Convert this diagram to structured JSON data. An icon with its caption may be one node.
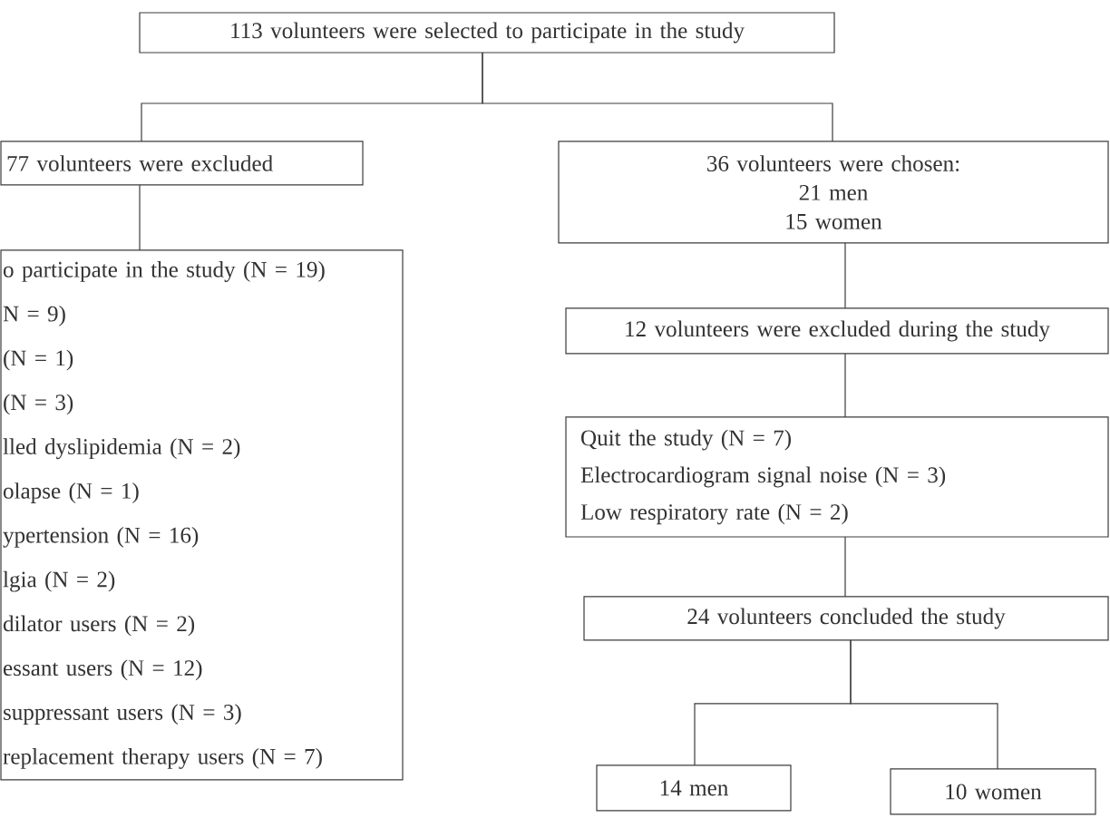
{
  "diagram": {
    "nodes": [
      {
        "text": [
          "113 volunteers were selected to participate in the study"
        ]
      },
      {
        "text": [
          "77 volunteers were excluded"
        ]
      },
      {
        "text": [
          "36 volunteers were chosen:",
          "21 men",
          "15 women"
        ]
      },
      {
        "text": [
          "o participate in the study (N = 19)",
          "N = 9)",
          "(N = 1)",
          "(N = 3)",
          "lled dyslipidemia (N = 2)",
          "olapse (N = 1)",
          "ypertension (N = 16)",
          "lgia (N = 2)",
          "dilator users (N = 2)",
          "essant users (N = 12)",
          "suppressant users (N = 3)",
          "replacement therapy users (N = 7)"
        ]
      },
      {
        "text": [
          "12 volunteers were excluded during the study"
        ]
      },
      {
        "text": [
          "Quit the study (N = 7)",
          "Electrocardiogram signal noise (N = 3)",
          "Low respiratory rate (N = 2)"
        ]
      },
      {
        "text": [
          "24 volunteers concluded the study"
        ]
      },
      {
        "text": [
          "14 men"
        ]
      },
      {
        "text": [
          "10 women"
        ]
      }
    ],
    "edges": [
      {
        "from": 0,
        "to": 1,
        "arrow": "none"
      },
      {
        "from": 0,
        "to": 2,
        "arrow": "none"
      },
      {
        "from": 1,
        "to": 3,
        "arrow": "none"
      },
      {
        "from": 2,
        "to": 4,
        "arrow": "none"
      },
      {
        "from": 4,
        "to": 5,
        "arrow": "none"
      },
      {
        "from": 5,
        "to": 6,
        "arrow": "none"
      },
      {
        "from": 6,
        "to": 7,
        "arrow": "none"
      },
      {
        "from": 6,
        "to": 8,
        "arrow": "none"
      }
    ]
  }
}
